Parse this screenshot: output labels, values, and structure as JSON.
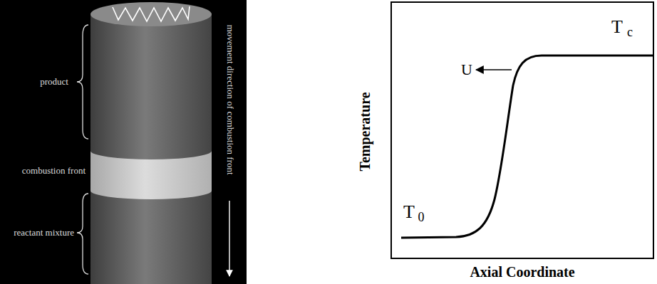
{
  "diagram": {
    "labels": [
      "product",
      "combustion front",
      "reactant mixture",
      "movement direction of combustion front",
      "Temperature",
      "Axial Coordinate",
      "T",
      "c",
      "T",
      "0",
      "U"
    ]
  }
}
